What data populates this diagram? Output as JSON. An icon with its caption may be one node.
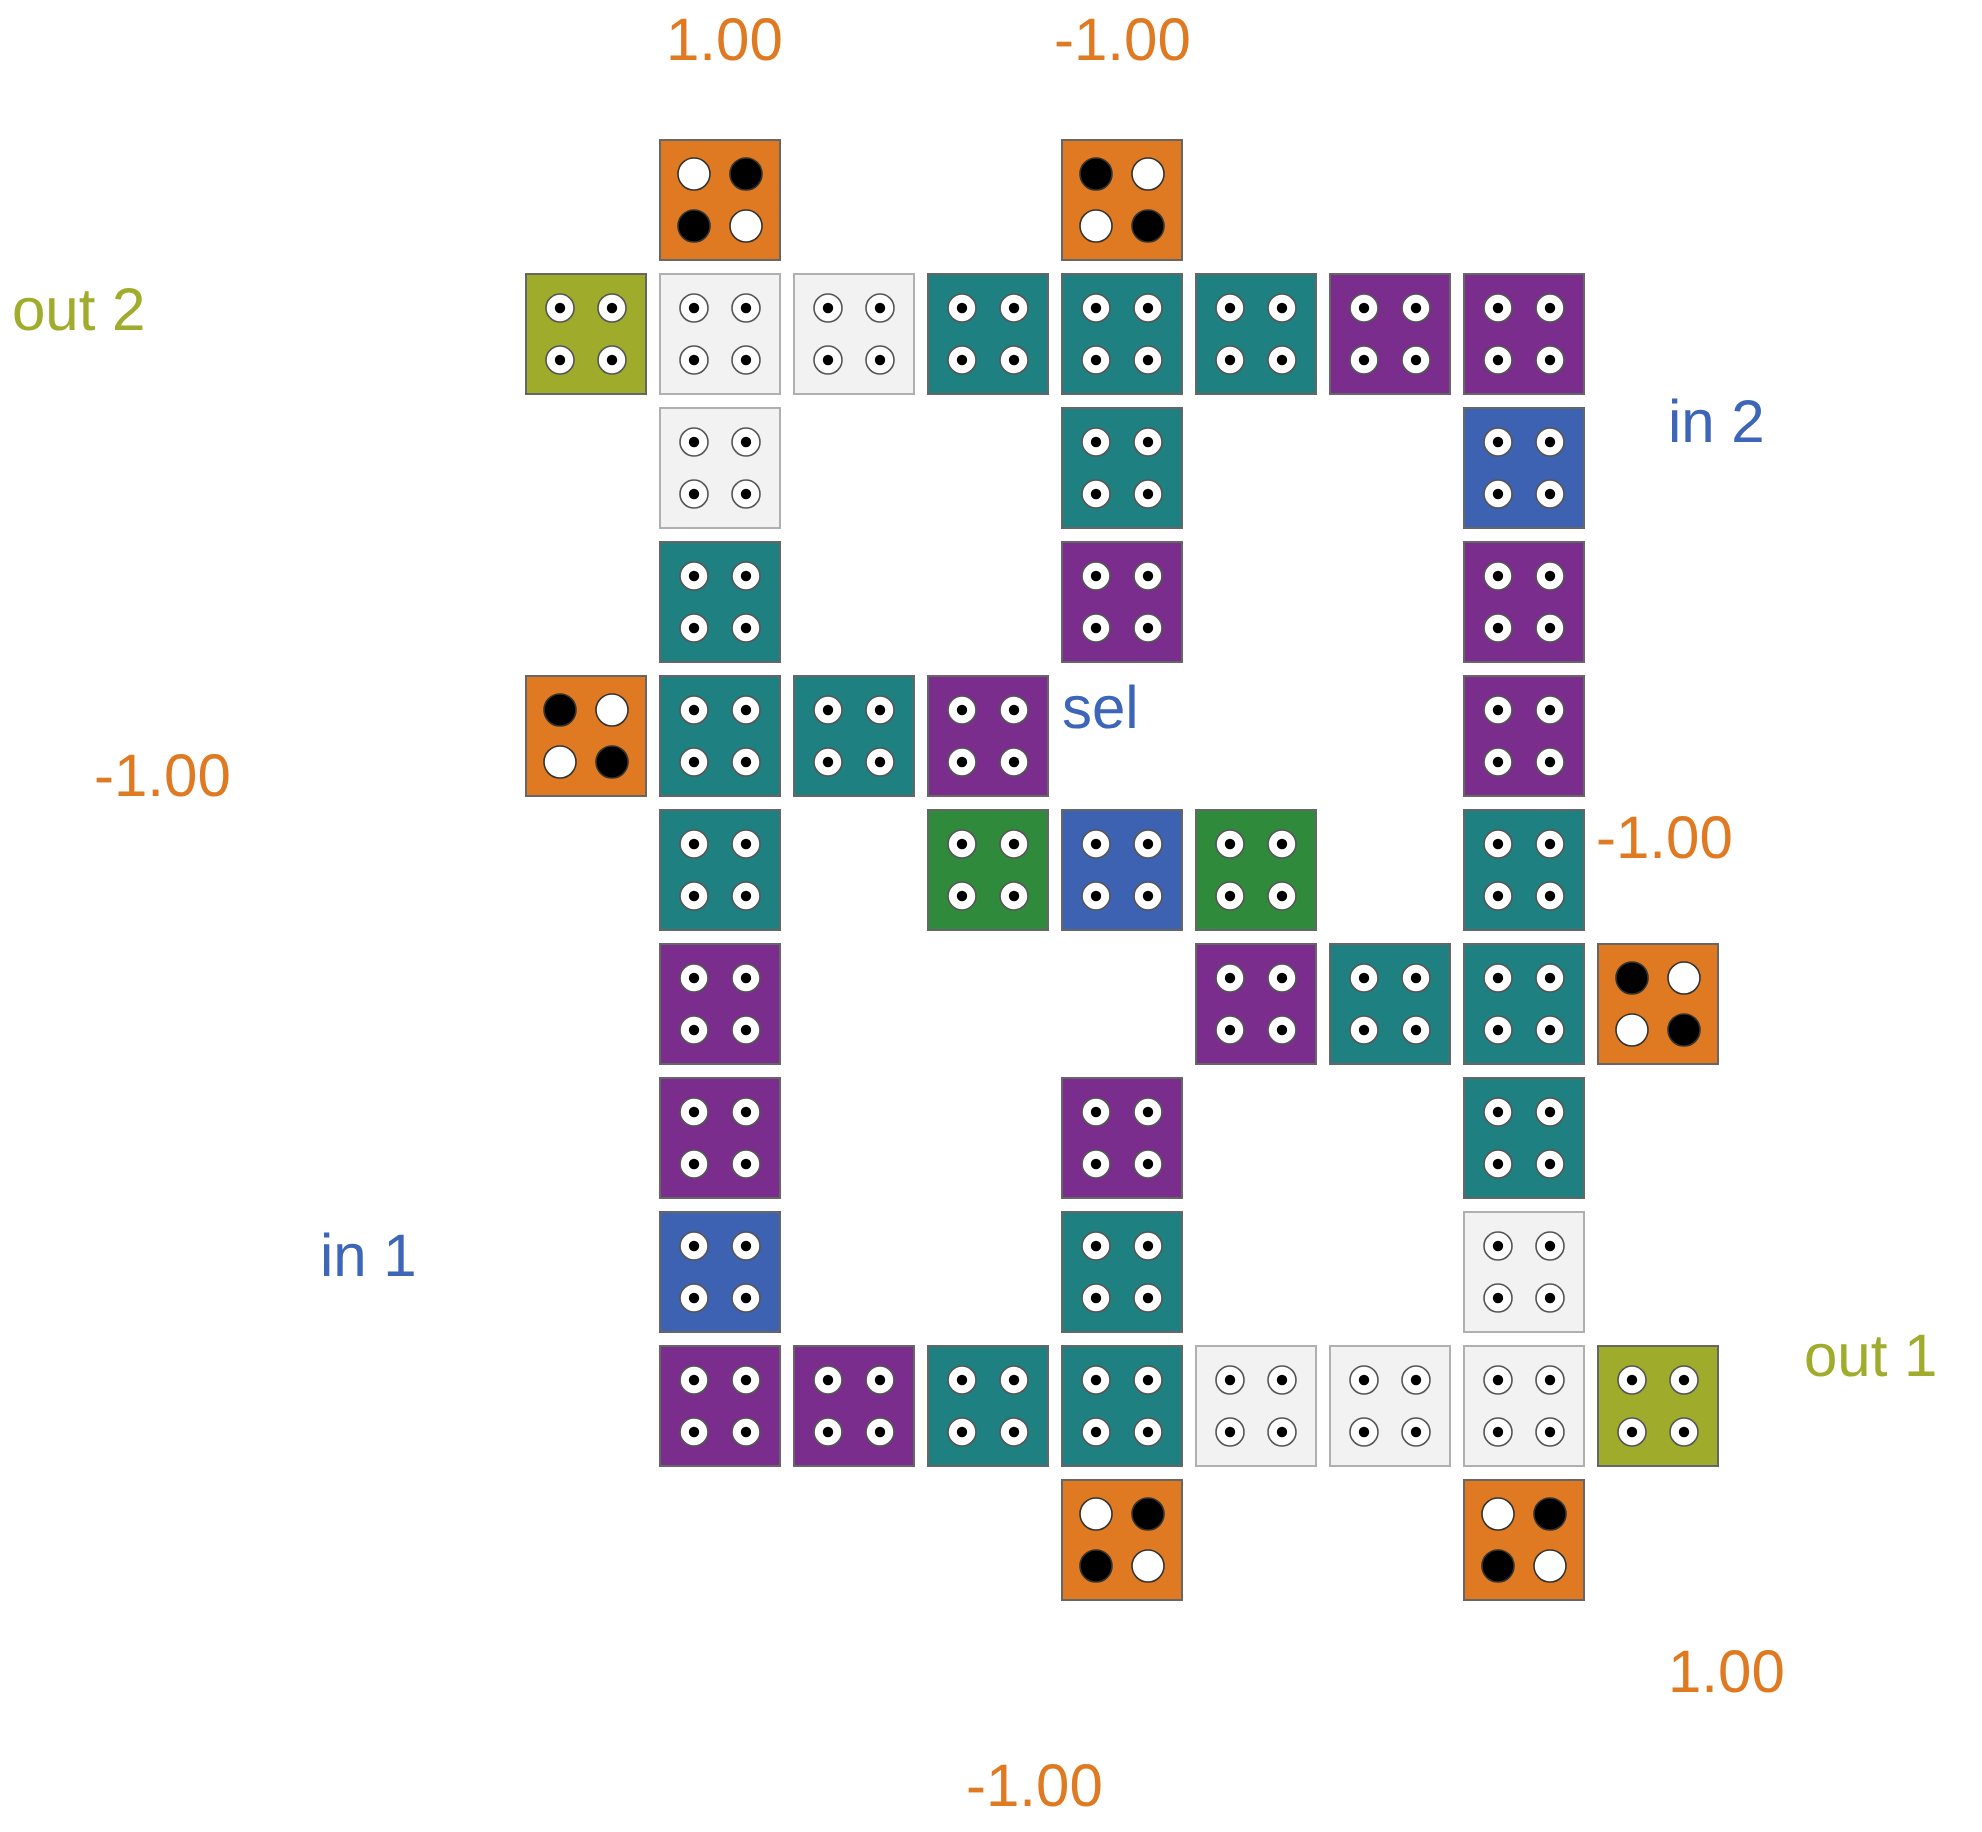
{
  "diagram": {
    "labels": [
      "1.00",
      "-1.00",
      "out 2",
      "in 2",
      "sel",
      "-1.00",
      "-1.00",
      "in 1",
      "out 1",
      "1.00",
      "-1.00"
    ]
  }
}
